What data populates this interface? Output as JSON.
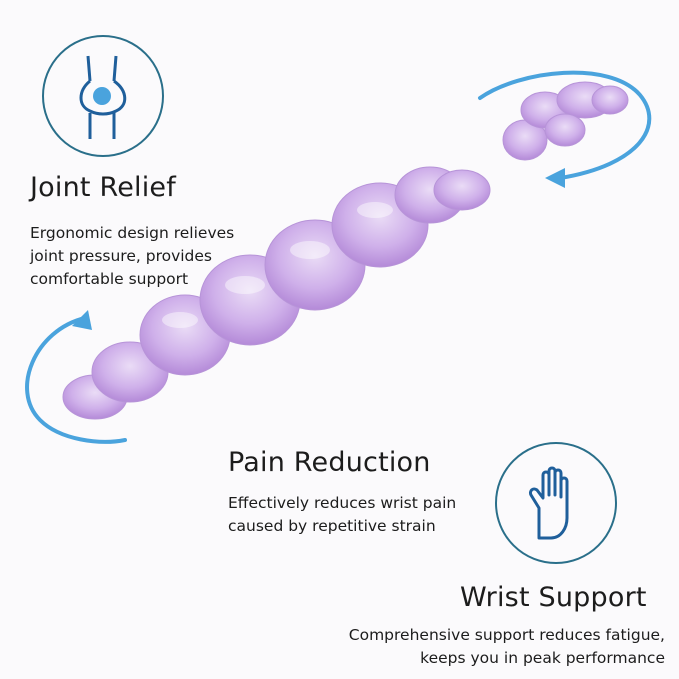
{
  "features": {
    "joint": {
      "title": "Joint Relief",
      "description": "Ergonomic design relieves\njoint pressure, provides\ncomfortable support",
      "icon": "joint-icon"
    },
    "pain": {
      "title": "Pain Reduction",
      "description": "Effectively reduces wrist pain\ncaused by repetitive strain"
    },
    "wrist": {
      "title": "Wrist Support",
      "description": "Comprehensive support reduces fatigue,\nkeeps you in peak performance",
      "icon": "hand-icon"
    }
  },
  "colors": {
    "icon_stroke": "#2a6f8a",
    "icon_fill": "#1f5f9b",
    "arrow": "#4aa3dd",
    "gel": "#c9a9e6"
  }
}
